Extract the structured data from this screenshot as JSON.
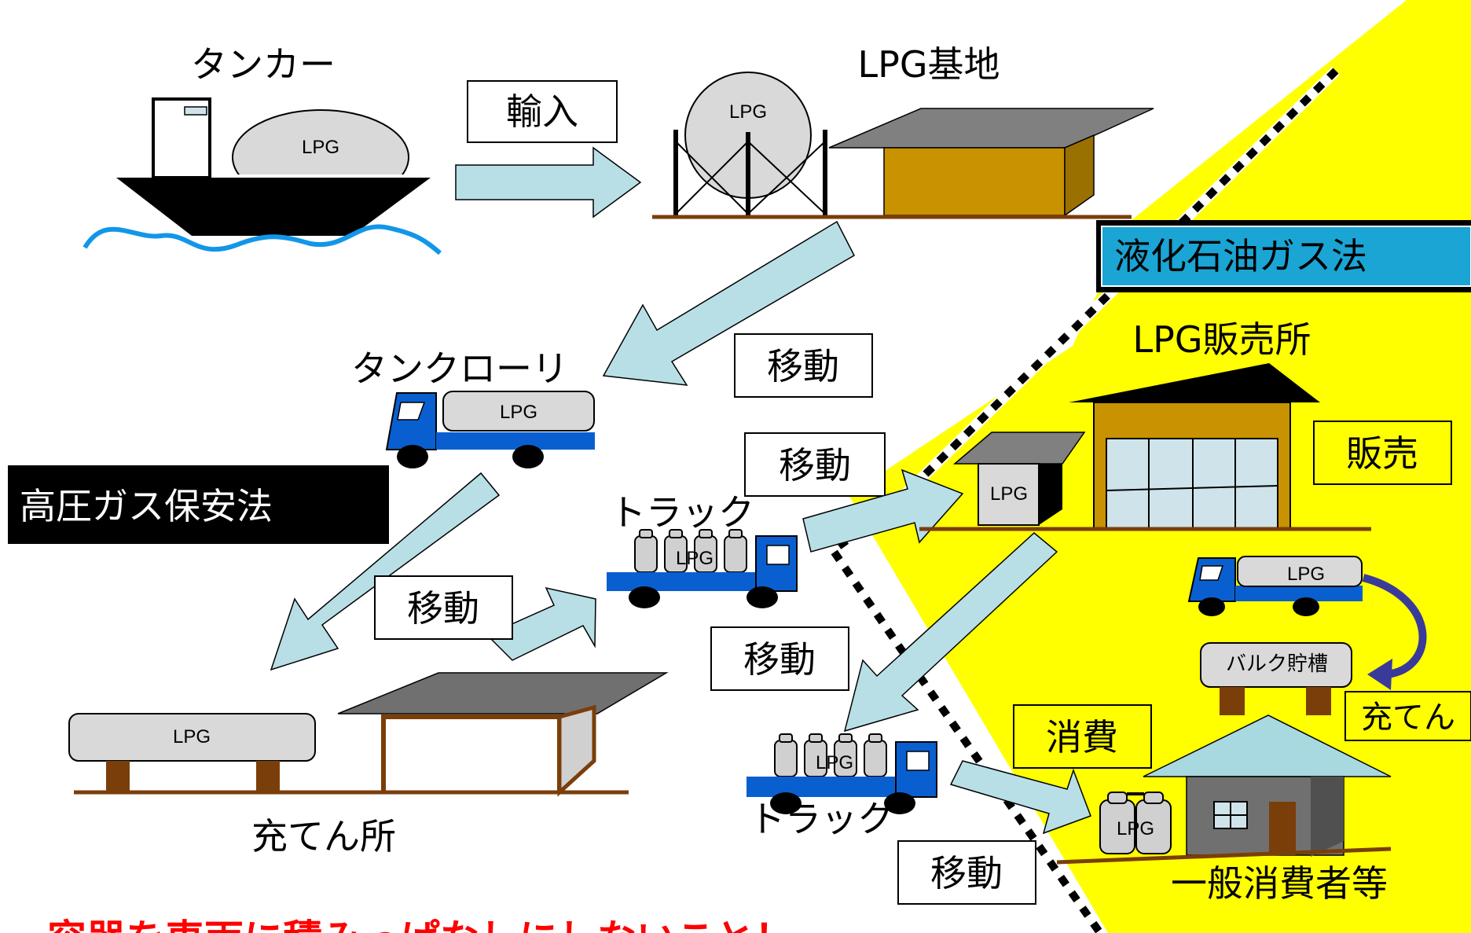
{
  "labels": {
    "tanker": "タンカー",
    "lpg_base": "LPG基地",
    "tank_lorry": "タンクローリ",
    "truck_upper": "トラック",
    "truck_lower": "トラック",
    "filling_station": "充てん所",
    "lpg_shop": "LPG販売所",
    "general_consumers": "一般消費者等",
    "bulk_tank": "バルク貯槽"
  },
  "flows": {
    "import": "輸入",
    "move": "移動",
    "sale": "販売",
    "consume": "消費",
    "fill": "充てん"
  },
  "laws": {
    "high_pressure_gas": "高圧ガス保安法",
    "lp_gas": "液化石油ガス法"
  },
  "lpg_tag": "LPG",
  "warning": "容器を車両に積みっぱなしにしないこと！",
  "colors": {
    "arrow": "#b8dfe6",
    "truck_blue": "#0a5fd0",
    "zone_yellow": "#ffff00",
    "law_box_cyan": "#1aa5d4",
    "warehouse_gold": "#c89200",
    "warning_red": "#ff0000"
  }
}
